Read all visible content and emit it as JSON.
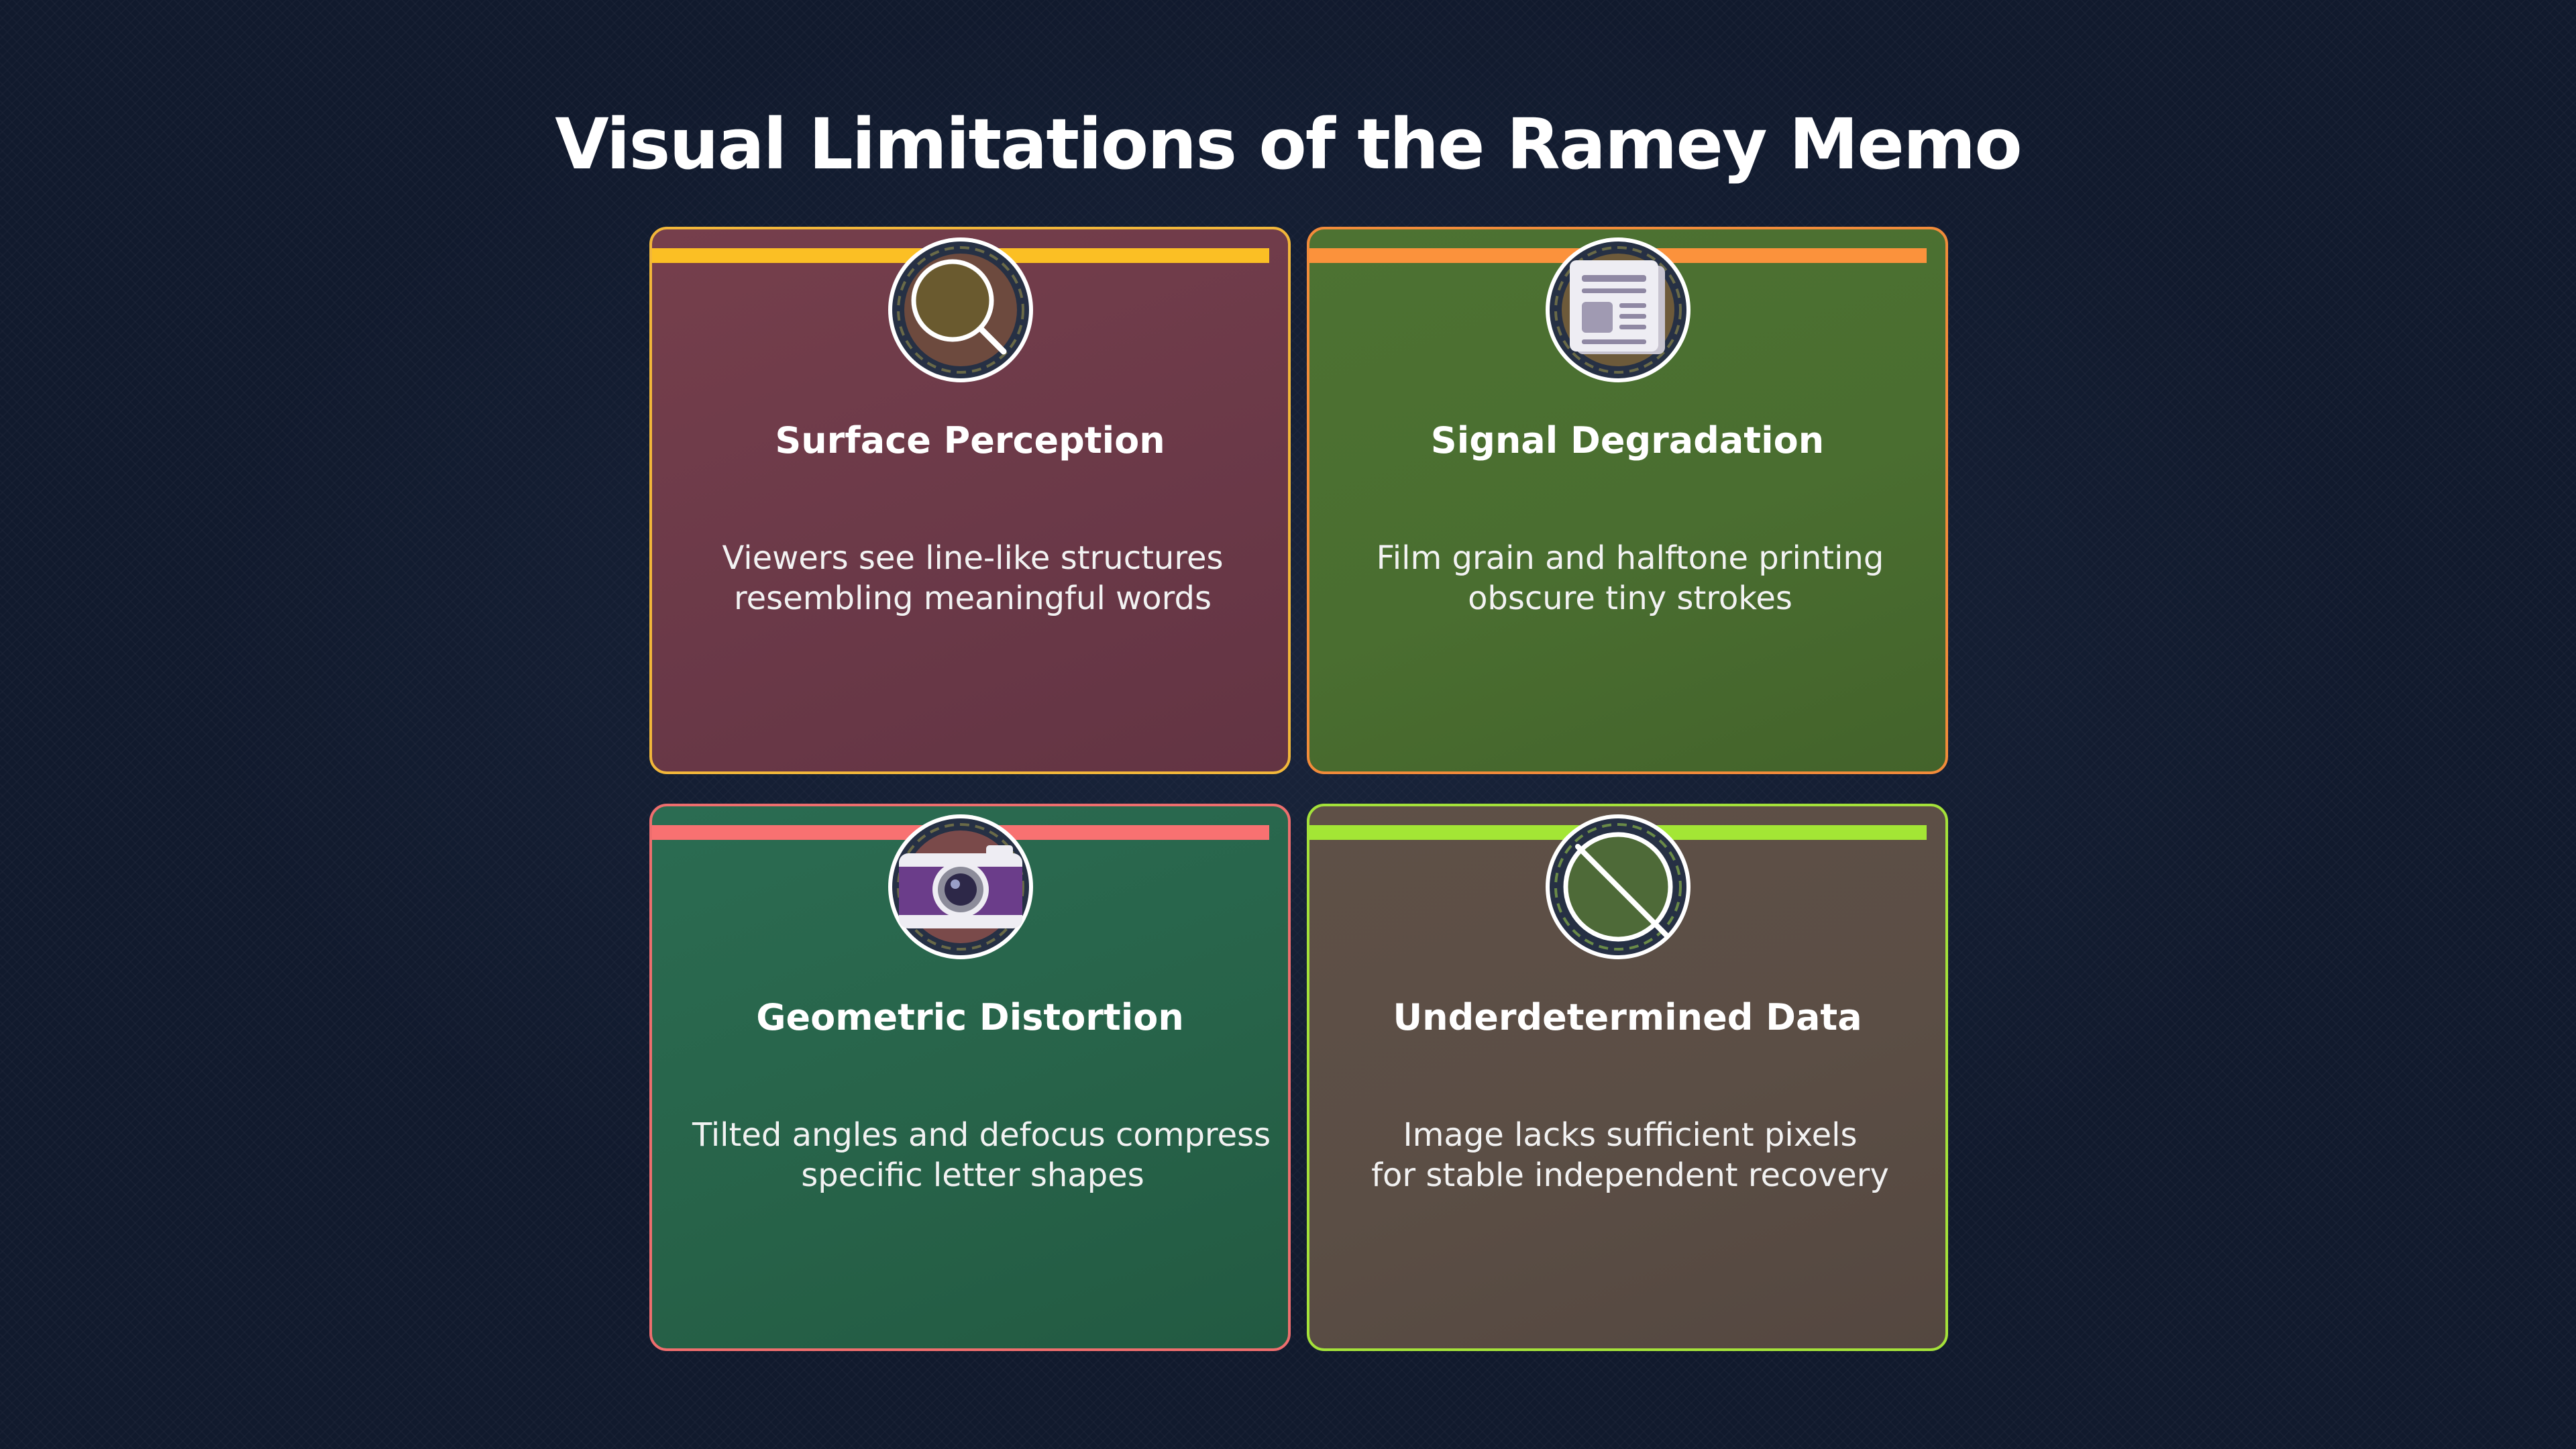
{
  "title": "Visual Limitations of the Ramey Memo",
  "colors": {
    "background": "#111a2d",
    "card_1_accent": "#fbbf24",
    "card_2_accent": "#fb923c",
    "card_3_accent": "#f87171",
    "card_4_accent": "#a3e635"
  },
  "cards": [
    {
      "icon": "magnifier-icon",
      "heading": "Surface Perception",
      "desc_lines": [
        "Viewers see line-like structures",
        "resembling meaningful words"
      ]
    },
    {
      "icon": "newspaper-icon",
      "heading": "Signal Degradation",
      "desc_lines": [
        "Film grain and halftone printing",
        "obscure tiny strokes"
      ]
    },
    {
      "icon": "camera-icon",
      "heading": "Geometric Distortion",
      "desc_lines": [
        "Tilted angles and defocus compress",
        "specific letter shapes"
      ]
    },
    {
      "icon": "prohibited-icon",
      "heading": "Underdetermined Data",
      "desc_lines": [
        "Image lacks sufficient pixels",
        "for stable independent recovery"
      ]
    }
  ]
}
